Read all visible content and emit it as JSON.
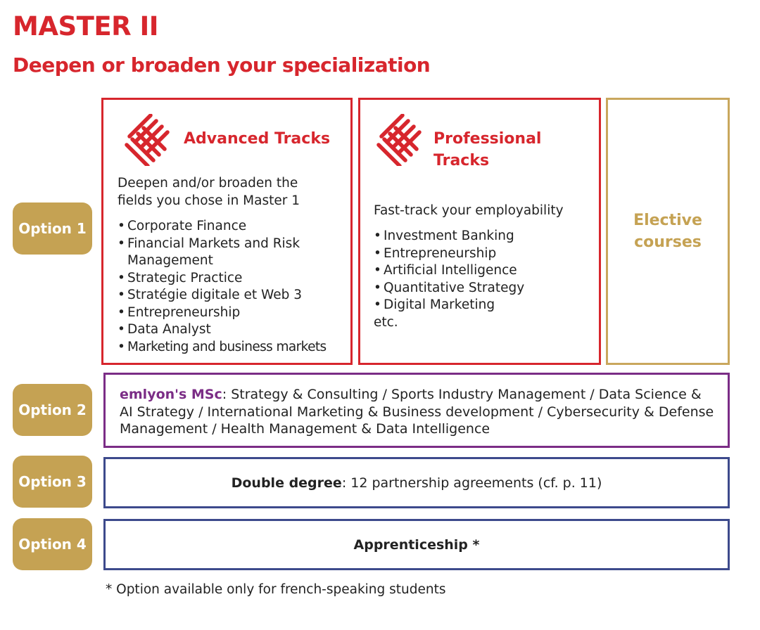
{
  "header": {
    "title": "MASTER II",
    "subtitle": "Deepen or broaden your specialization"
  },
  "colors": {
    "red": "#d7262d",
    "gold": "#c5a253",
    "purple": "#7b2d86",
    "navy": "#3d4a8c"
  },
  "options": [
    {
      "label": "Option 1"
    },
    {
      "label": "Option 2"
    },
    {
      "label": "Option 3"
    },
    {
      "label": "Option 4"
    }
  ],
  "advanced": {
    "title": "Advanced Tracks",
    "intro_line1": "Deepen and/or broaden the",
    "intro_line2": "fields you chose in Master 1",
    "items": [
      "Corporate Finance",
      "Financial Markets and Risk Management",
      "Strategic Practice",
      "Stratégie digitale et Web 3",
      "Entrepreneurship",
      "Data Analyst",
      "Marketing and business markets"
    ]
  },
  "professional": {
    "title_line1": "Professional",
    "title_line2": "Tracks",
    "intro": "Fast-track your employability",
    "items": [
      "Investment Banking",
      "Entrepreneurship",
      "Artificial Intelligence",
      "Quantitative Strategy",
      "Digital Marketing"
    ],
    "etc": "etc."
  },
  "elective": {
    "line1": "Elective",
    "line2": "courses"
  },
  "option2": {
    "label": "emlyon's MSc",
    "text": ": Strategy & Consulting / Sports Industry Management / Data Science & AI Strategy / International Marketing & Business development / Cybersecurity & Defense Management / Health Management & Data Intelligence"
  },
  "option3": {
    "bold": "Double degree",
    "text": ": 12 partnership agreements (cf. p. 11)"
  },
  "option4": {
    "text": "Apprenticeship *"
  },
  "footnote": "* Option available only for french-speaking students",
  "icons": {
    "advanced_logo": "lattice-logo-icon",
    "professional_logo": "lattice-logo-icon"
  }
}
